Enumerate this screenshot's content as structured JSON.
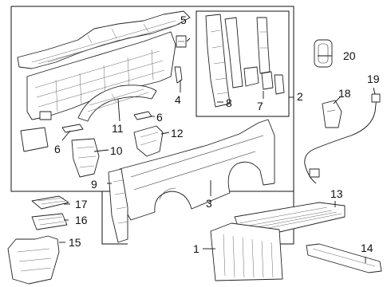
{
  "callouts": {
    "c1": "1",
    "c2": "2",
    "c3": "3",
    "c4": "4",
    "c5": "5",
    "c6a": "6",
    "c6b": "6",
    "c7": "7",
    "c8": "8",
    "c9": "9",
    "c10": "10",
    "c11": "11",
    "c12": "12",
    "c13": "13",
    "c14": "14",
    "c15": "15",
    "c16": "16",
    "c17": "17",
    "c18": "18",
    "c19": "19",
    "c20": "20"
  },
  "colors": {
    "line": "#222222",
    "background": "#ffffff"
  }
}
